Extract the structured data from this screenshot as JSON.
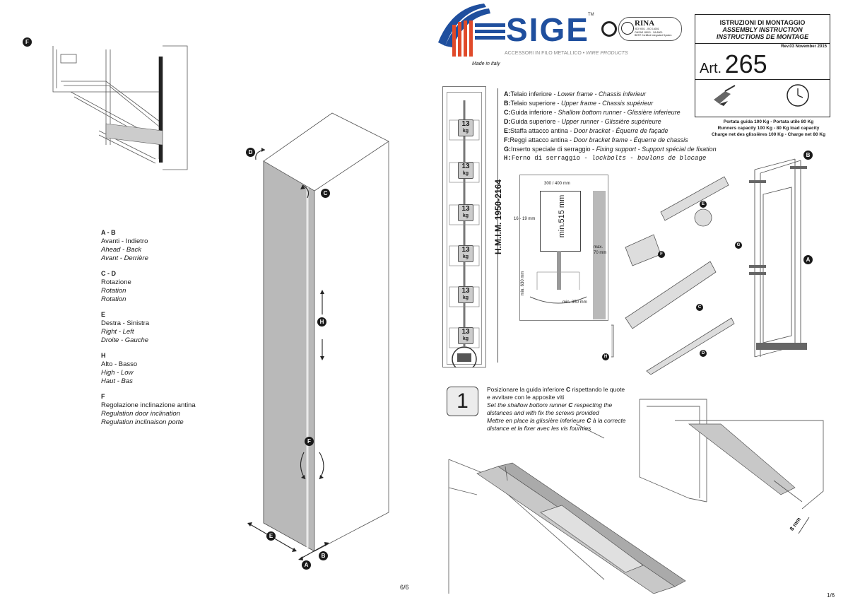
{
  "left_page": {
    "legend": [
      {
        "head": "A - B",
        "lines": [
          "Avanti - Indietro",
          "Ahead - Back",
          "Avant - Derrière"
        ]
      },
      {
        "head": "C - D",
        "lines": [
          "Rotazione",
          "Rotation",
          "Rotation"
        ]
      },
      {
        "head": "E",
        "lines": [
          "Destra - Sinistra",
          "Right - Left",
          "Droite - Gauche"
        ]
      },
      {
        "head": "H",
        "lines": [
          "Alto - Basso",
          "High - Low",
          "Haut - Bas"
        ]
      },
      {
        "head": "F",
        "lines": [
          "Regolazione inclinazione antina",
          "Regulation door inclination",
          "Regulation inclinaison porte"
        ]
      }
    ],
    "page_number": "6/6"
  },
  "header": {
    "brand": "SIGE",
    "tm": "TM",
    "tagline_plain": "ACCESSORI IN FILO METALLICO",
    "tagline_sep": " • ",
    "tagline_italic": "WIRE PRODUCTS",
    "made_in": "Made in Italy",
    "cert_name": "RINA",
    "cert_line1": "ISO 9001 - ISO 14001",
    "cert_line2": "OHSAS 18001 - SA 8000",
    "cert_line3": "BEST Certified Integrated System"
  },
  "title_box": {
    "it": "ISTRUZIONI DI MONTAGGIO",
    "en": "ASSEMBLY INSTRUCTION",
    "fr": "INSTRUCTIONS DE MONTAGE",
    "rev": "Rev.03 November 2015",
    "art_label": "Art.",
    "art_number": "265"
  },
  "capacity": [
    "Portata guida 100 Kg - Portata utile 80 Kg",
    "Runners capacity 100 Kg - 80 Kg load capacity",
    "Charge net des glissières 100 Kg - Charge net 80 Kg"
  ],
  "components": [
    {
      "key": "A:",
      "it": "Telaio inferiore - ",
      "en": "Lower frame - Chassis inferieur"
    },
    {
      "key": "B:",
      "it": "Telaio superiore - ",
      "en": "Upper frame - Chassis supérieur"
    },
    {
      "key": "C:",
      "it": "Guida inferiore - ",
      "en": "Shallow bottom runner - Glissière inferieure"
    },
    {
      "key": "D:",
      "it": "Guida superiore - ",
      "en": "Upper runner - Glissière supérieure"
    },
    {
      "key": "E:",
      "it": "Staffa attacco antina - ",
      "en": "Door bracket - Équerre de façade"
    },
    {
      "key": "F:",
      "it": "Reggi attacco antina - ",
      "en": "Door bracket frame - Équerre de chassis"
    },
    {
      "key": "G:",
      "it": "Inserto speciale di serraggio - ",
      "en": "Fixing support - Support spécial de fixation"
    },
    {
      "key": "H:",
      "it": "Ferno di serraggio - ",
      "en": "lockbolts - boulons de blocage"
    }
  ],
  "weights": {
    "value": "13",
    "unit": "kg"
  },
  "dimensions": {
    "height": "H.M.I.M. 1950-2164",
    "width": "300 / 400 mm",
    "depth": "min.515 mm",
    "thickness": "16 - 19 mm",
    "max": "max.",
    "max_val": "70 mm",
    "min630": "min. 630 mm",
    "min350": "min. 350 mm"
  },
  "step": {
    "number": "1",
    "it_line1_a": "Posizionare la guida inferiore ",
    "it_line1_b": "C",
    "it_line1_c": " rispettando le quote",
    "it_line2": "e avvitare con le apposite viti",
    "en_line1_a": "Set the shallow bottom runner ",
    "en_line1_b": "C",
    "en_line1_c": " respecting the",
    "en_line2": "distances and with fix the screws provided",
    "fr_line1_a": "Mettre en place la glissière inferieure ",
    "fr_line1_b": "C",
    "fr_line1_c": " à la correcte",
    "fr_line2": "distance et la fixer avec les vis fournies",
    "gap": "8 mm"
  },
  "right_page_number": "1/6",
  "labels": {
    "A": "A",
    "B": "B",
    "C": "C",
    "D": "D",
    "E": "E",
    "F": "F",
    "G": "G",
    "H": "H"
  },
  "colors": {
    "brand_blue": "#1f4f9e",
    "brand_red": "#e04a2a",
    "panel_grey": "#b9b9b9"
  }
}
